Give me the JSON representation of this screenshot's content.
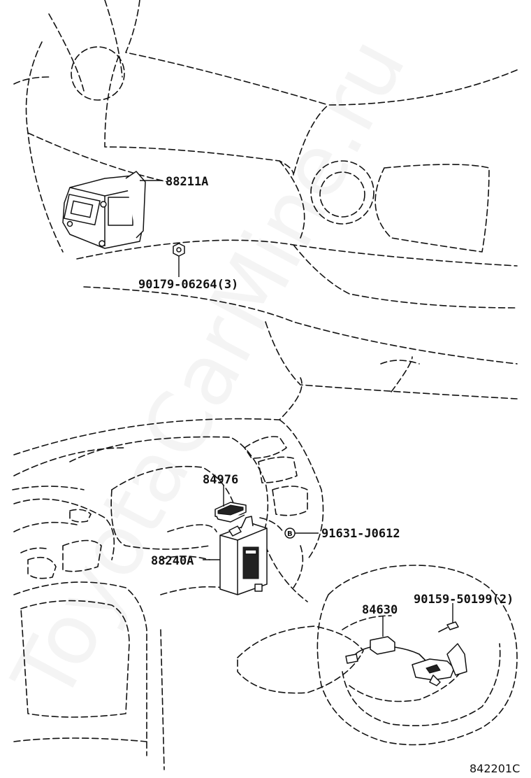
{
  "parts": {
    "p88211a": "88211A",
    "p90179": "90179-06264(3)",
    "p84976": "84976",
    "p91631": "91631-J0612",
    "p91631_badge": "B",
    "p88240a": "88240A",
    "p90159": "90159-50199(2)",
    "p84630": "84630"
  },
  "diagram_code": "842201C",
  "watermark": "ToyotaCarMine.ru"
}
